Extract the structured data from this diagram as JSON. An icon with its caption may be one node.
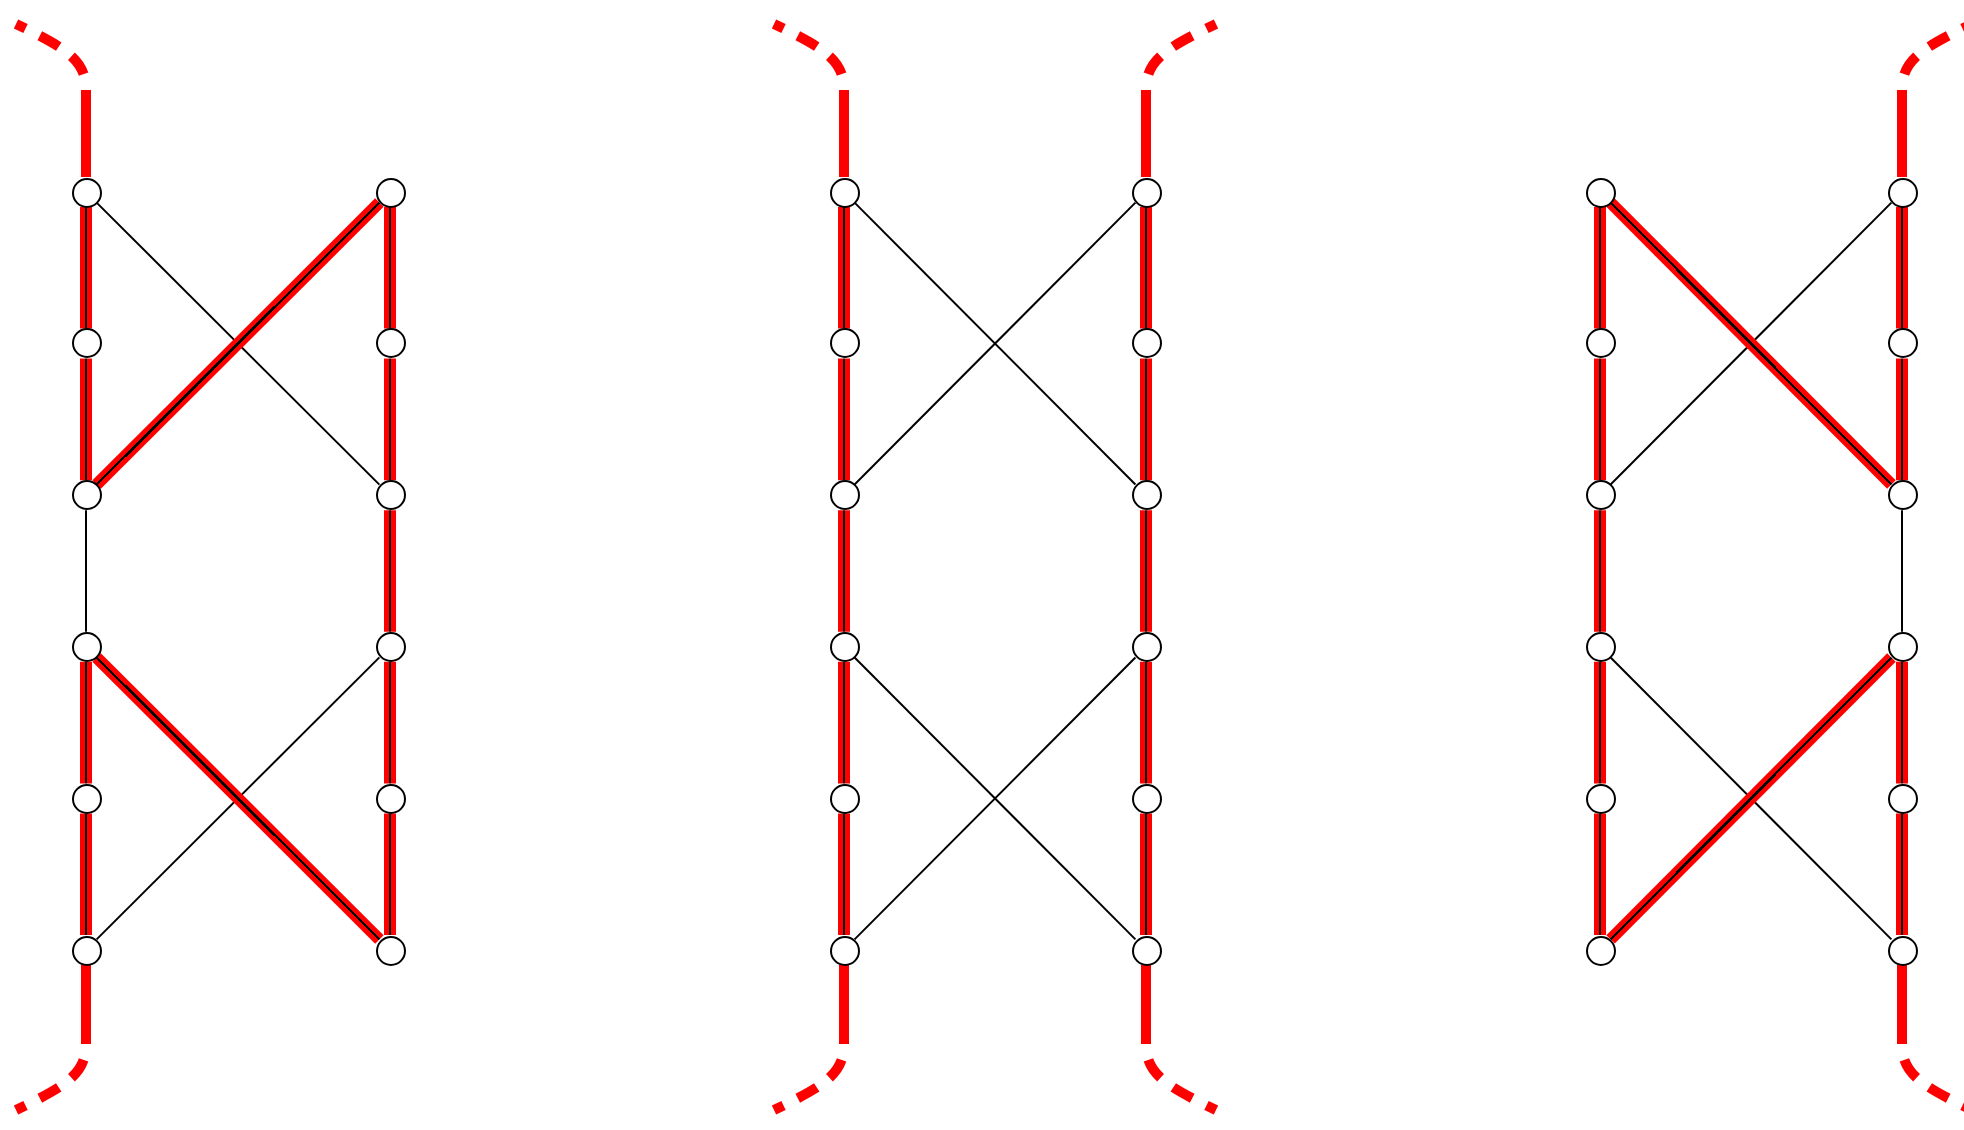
{
  "diagram": {
    "nodes": [
      {
        "text": [],
        "shape": "circle"
      },
      {
        "text": [],
        "shape": "circle"
      },
      {
        "text": [],
        "shape": "circle"
      },
      {
        "text": [],
        "shape": "circle"
      },
      {
        "text": [],
        "shape": "circle"
      },
      {
        "text": [],
        "shape": "circle"
      },
      {
        "text": [],
        "shape": "circle"
      },
      {
        "text": [],
        "shape": "circle"
      },
      {
        "text": [],
        "shape": "circle"
      },
      {
        "text": [],
        "shape": "circle"
      },
      {
        "text": [],
        "shape": "circle"
      },
      {
        "text": [],
        "shape": "circle"
      },
      {
        "text": [],
        "shape": "circle"
      },
      {
        "text": [],
        "shape": "circle"
      },
      {
        "text": [],
        "shape": "circle"
      },
      {
        "text": [],
        "shape": "circle"
      },
      {
        "text": [],
        "shape": "circle"
      },
      {
        "text": [],
        "shape": "circle"
      },
      {
        "text": [],
        "shape": "circle"
      },
      {
        "text": [],
        "shape": "circle"
      },
      {
        "text": [],
        "shape": "circle"
      },
      {
        "text": [],
        "shape": "circle"
      },
      {
        "text": [],
        "shape": "circle"
      },
      {
        "text": [],
        "shape": "circle"
      },
      {
        "text": [],
        "shape": "circle"
      },
      {
        "text": [],
        "shape": "circle"
      },
      {
        "text": [],
        "shape": "circle"
      },
      {
        "text": [],
        "shape": "circle"
      },
      {
        "text": [],
        "shape": "circle"
      },
      {
        "text": [],
        "shape": "circle"
      },
      {
        "text": [],
        "shape": "circle"
      },
      {
        "text": [],
        "shape": "circle"
      },
      {
        "text": [],
        "shape": "circle"
      },
      {
        "text": [],
        "shape": "circle"
      },
      {
        "text": [],
        "shape": "circle"
      },
      {
        "text": [],
        "shape": "circle"
      }
    ],
    "edges": [
      {
        "from": 0,
        "to": 1,
        "arrow": "none",
        "style": "thick",
        "color": "#ff0000"
      },
      {
        "from": 1,
        "to": 2,
        "arrow": "none",
        "style": "thick",
        "color": "#ff0000"
      },
      {
        "from": 2,
        "to": 3,
        "arrow": "none",
        "color": "#000000"
      },
      {
        "from": 3,
        "to": 4,
        "arrow": "none",
        "style": "thick",
        "color": "#ff0000"
      },
      {
        "from": 4,
        "to": 5,
        "arrow": "none",
        "style": "thick",
        "color": "#ff0000"
      },
      {
        "from": 6,
        "to": 7,
        "arrow": "none",
        "style": "thick",
        "color": "#ff0000"
      },
      {
        "from": 7,
        "to": 8,
        "arrow": "none",
        "style": "thick",
        "color": "#ff0000"
      },
      {
        "from": 8,
        "to": 9,
        "arrow": "none",
        "style": "thick",
        "color": "#ff0000"
      },
      {
        "from": 9,
        "to": 10,
        "arrow": "none",
        "style": "thick",
        "color": "#ff0000"
      },
      {
        "from": 10,
        "to": 11,
        "arrow": "none",
        "style": "thick",
        "color": "#ff0000"
      },
      {
        "from": 0,
        "to": 8,
        "arrow": "none",
        "color": "#000000"
      },
      {
        "from": 6,
        "to": 2,
        "arrow": "none",
        "style": "thick",
        "color": "#ff0000"
      },
      {
        "from": 3,
        "to": 11,
        "arrow": "none",
        "style": "thick",
        "color": "#ff0000"
      },
      {
        "from": 9,
        "to": 5,
        "arrow": "none",
        "color": "#000000"
      },
      {
        "from": 0,
        "to": null,
        "arrow": "none",
        "style": "dashed",
        "color": "#ff0000"
      },
      {
        "from": 5,
        "to": null,
        "arrow": "none",
        "style": "dashed",
        "color": "#ff0000"
      },
      {
        "from": 12,
        "to": 13,
        "arrow": "none",
        "style": "thick",
        "color": "#ff0000"
      },
      {
        "from": 13,
        "to": 14,
        "arrow": "none",
        "style": "thick",
        "color": "#ff0000"
      },
      {
        "from": 14,
        "to": 15,
        "arrow": "none",
        "style": "thick",
        "color": "#ff0000"
      },
      {
        "from": 15,
        "to": 16,
        "arrow": "none",
        "style": "thick",
        "color": "#ff0000"
      },
      {
        "from": 16,
        "to": 17,
        "arrow": "none",
        "style": "thick",
        "color": "#ff0000"
      },
      {
        "from": 18,
        "to": 19,
        "arrow": "none",
        "style": "thick",
        "color": "#ff0000"
      },
      {
        "from": 19,
        "to": 20,
        "arrow": "none",
        "style": "thick",
        "color": "#ff0000"
      },
      {
        "from": 20,
        "to": 21,
        "arrow": "none",
        "style": "thick",
        "color": "#ff0000"
      },
      {
        "from": 21,
        "to": 22,
        "arrow": "none",
        "style": "thick",
        "color": "#ff0000"
      },
      {
        "from": 22,
        "to": 23,
        "arrow": "none",
        "style": "thick",
        "color": "#ff0000"
      },
      {
        "from": 12,
        "to": 20,
        "arrow": "none",
        "color": "#000000"
      },
      {
        "from": 18,
        "to": 14,
        "arrow": "none",
        "color": "#000000"
      },
      {
        "from": 15,
        "to": 23,
        "arrow": "none",
        "color": "#000000"
      },
      {
        "from": 21,
        "to": 17,
        "arrow": "none",
        "color": "#000000"
      },
      {
        "from": 12,
        "to": null,
        "arrow": "none",
        "style": "dashed",
        "color": "#ff0000"
      },
      {
        "from": 17,
        "to": null,
        "arrow": "none",
        "style": "dashed",
        "color": "#ff0000"
      },
      {
        "from": 18,
        "to": null,
        "arrow": "none",
        "style": "dashed",
        "color": "#ff0000"
      },
      {
        "from": 23,
        "to": null,
        "arrow": "none",
        "style": "dashed",
        "color": "#ff0000"
      },
      {
        "from": 24,
        "to": 25,
        "arrow": "none",
        "style": "thick",
        "color": "#ff0000"
      },
      {
        "from": 25,
        "to": 26,
        "arrow": "none",
        "style": "thick",
        "color": "#ff0000"
      },
      {
        "from": 26,
        "to": 27,
        "arrow": "none",
        "style": "thick",
        "color": "#ff0000"
      },
      {
        "from": 27,
        "to": 28,
        "arrow": "none",
        "style": "thick",
        "color": "#ff0000"
      },
      {
        "from": 28,
        "to": 29,
        "arrow": "none",
        "style": "thick",
        "color": "#ff0000"
      },
      {
        "from": 30,
        "to": 31,
        "arrow": "none",
        "style": "thick",
        "color": "#ff0000"
      },
      {
        "from": 31,
        "to": 32,
        "arrow": "none",
        "style": "thick",
        "color": "#ff0000"
      },
      {
        "from": 32,
        "to": 33,
        "arrow": "none",
        "color": "#000000"
      },
      {
        "from": 33,
        "to": 34,
        "arrow": "none",
        "style": "thick",
        "color": "#ff0000"
      },
      {
        "from": 34,
        "to": 35,
        "arrow": "none",
        "style": "thick",
        "color": "#ff0000"
      },
      {
        "from": 24,
        "to": 32,
        "arrow": "none",
        "style": "thick",
        "color": "#ff0000"
      },
      {
        "from": 30,
        "to": 26,
        "arrow": "none",
        "color": "#000000"
      },
      {
        "from": 27,
        "to": 35,
        "arrow": "none",
        "color": "#000000"
      },
      {
        "from": 33,
        "to": 29,
        "arrow": "none",
        "style": "thick",
        "color": "#ff0000"
      },
      {
        "from": 30,
        "to": null,
        "arrow": "none",
        "style": "dashed",
        "color": "#ff0000"
      },
      {
        "from": 35,
        "to": null,
        "arrow": "none",
        "style": "dashed",
        "color": "#ff0000"
      }
    ]
  }
}
